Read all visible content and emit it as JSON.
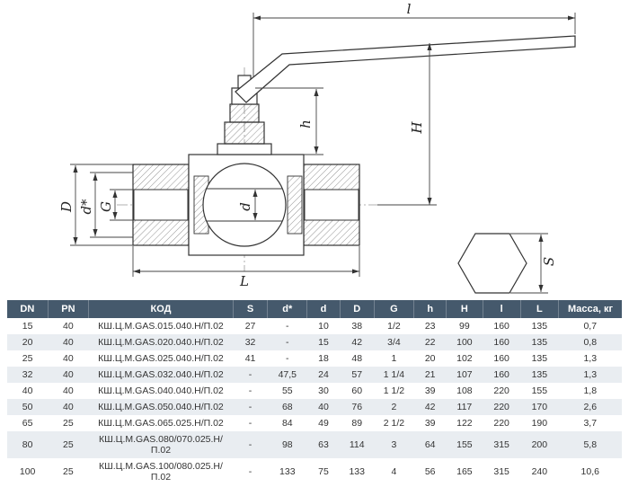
{
  "drawing": {
    "labels": {
      "l": "l",
      "H": "H",
      "h": "h",
      "D": "D",
      "d_star": "d*",
      "G": "G",
      "d": "d",
      "L": "L",
      "S": "S"
    }
  },
  "table": {
    "headers": [
      "DN",
      "PN",
      "КОД",
      "S",
      "d*",
      "d",
      "D",
      "G",
      "h",
      "H",
      "l",
      "L",
      "Масса, кг"
    ],
    "rows": [
      [
        "15",
        "40",
        "КШ.Ц.М.GAS.015.040.Н/П.02",
        "27",
        "-",
        "10",
        "38",
        "1/2",
        "23",
        "99",
        "160",
        "135",
        "0,7"
      ],
      [
        "20",
        "40",
        "КШ.Ц.М.GAS.020.040.Н/П.02",
        "32",
        "-",
        "15",
        "42",
        "3/4",
        "22",
        "100",
        "160",
        "135",
        "0,8"
      ],
      [
        "25",
        "40",
        "КШ.Ц.М.GAS.025.040.Н/П.02",
        "41",
        "-",
        "18",
        "48",
        "1",
        "20",
        "102",
        "160",
        "135",
        "1,3"
      ],
      [
        "32",
        "40",
        "КШ.Ц.М.GAS.032.040.Н/П.02",
        "-",
        "47,5",
        "24",
        "57",
        "1 1/4",
        "21",
        "107",
        "160",
        "135",
        "1,3"
      ],
      [
        "40",
        "40",
        "КШ.Ц.М.GAS.040.040.Н/П.02",
        "-",
        "55",
        "30",
        "60",
        "1 1/2",
        "39",
        "108",
        "220",
        "155",
        "1,8"
      ],
      [
        "50",
        "40",
        "КШ.Ц.М.GAS.050.040.Н/П.02",
        "-",
        "68",
        "40",
        "76",
        "2",
        "42",
        "117",
        "220",
        "170",
        "2,6"
      ],
      [
        "65",
        "25",
        "КШ.Ц.М.GAS.065.025.Н/П.02",
        "-",
        "84",
        "49",
        "89",
        "2 1/2",
        "39",
        "122",
        "220",
        "190",
        "3,7"
      ],
      [
        "80",
        "25",
        "КШ.Ц.М.GAS.080/070.025.Н/П.02",
        "-",
        "98",
        "63",
        "114",
        "3",
        "64",
        "155",
        "315",
        "200",
        "5,8"
      ],
      [
        "100",
        "25",
        "КШ.Ц.М.GAS.100/080.025.Н/П.02",
        "-",
        "133",
        "75",
        "133",
        "4",
        "56",
        "165",
        "315",
        "240",
        "10,6"
      ]
    ]
  },
  "colors": {
    "header_bg": "#45596c",
    "row_alt": "#e9edf1",
    "line": "#333333"
  }
}
